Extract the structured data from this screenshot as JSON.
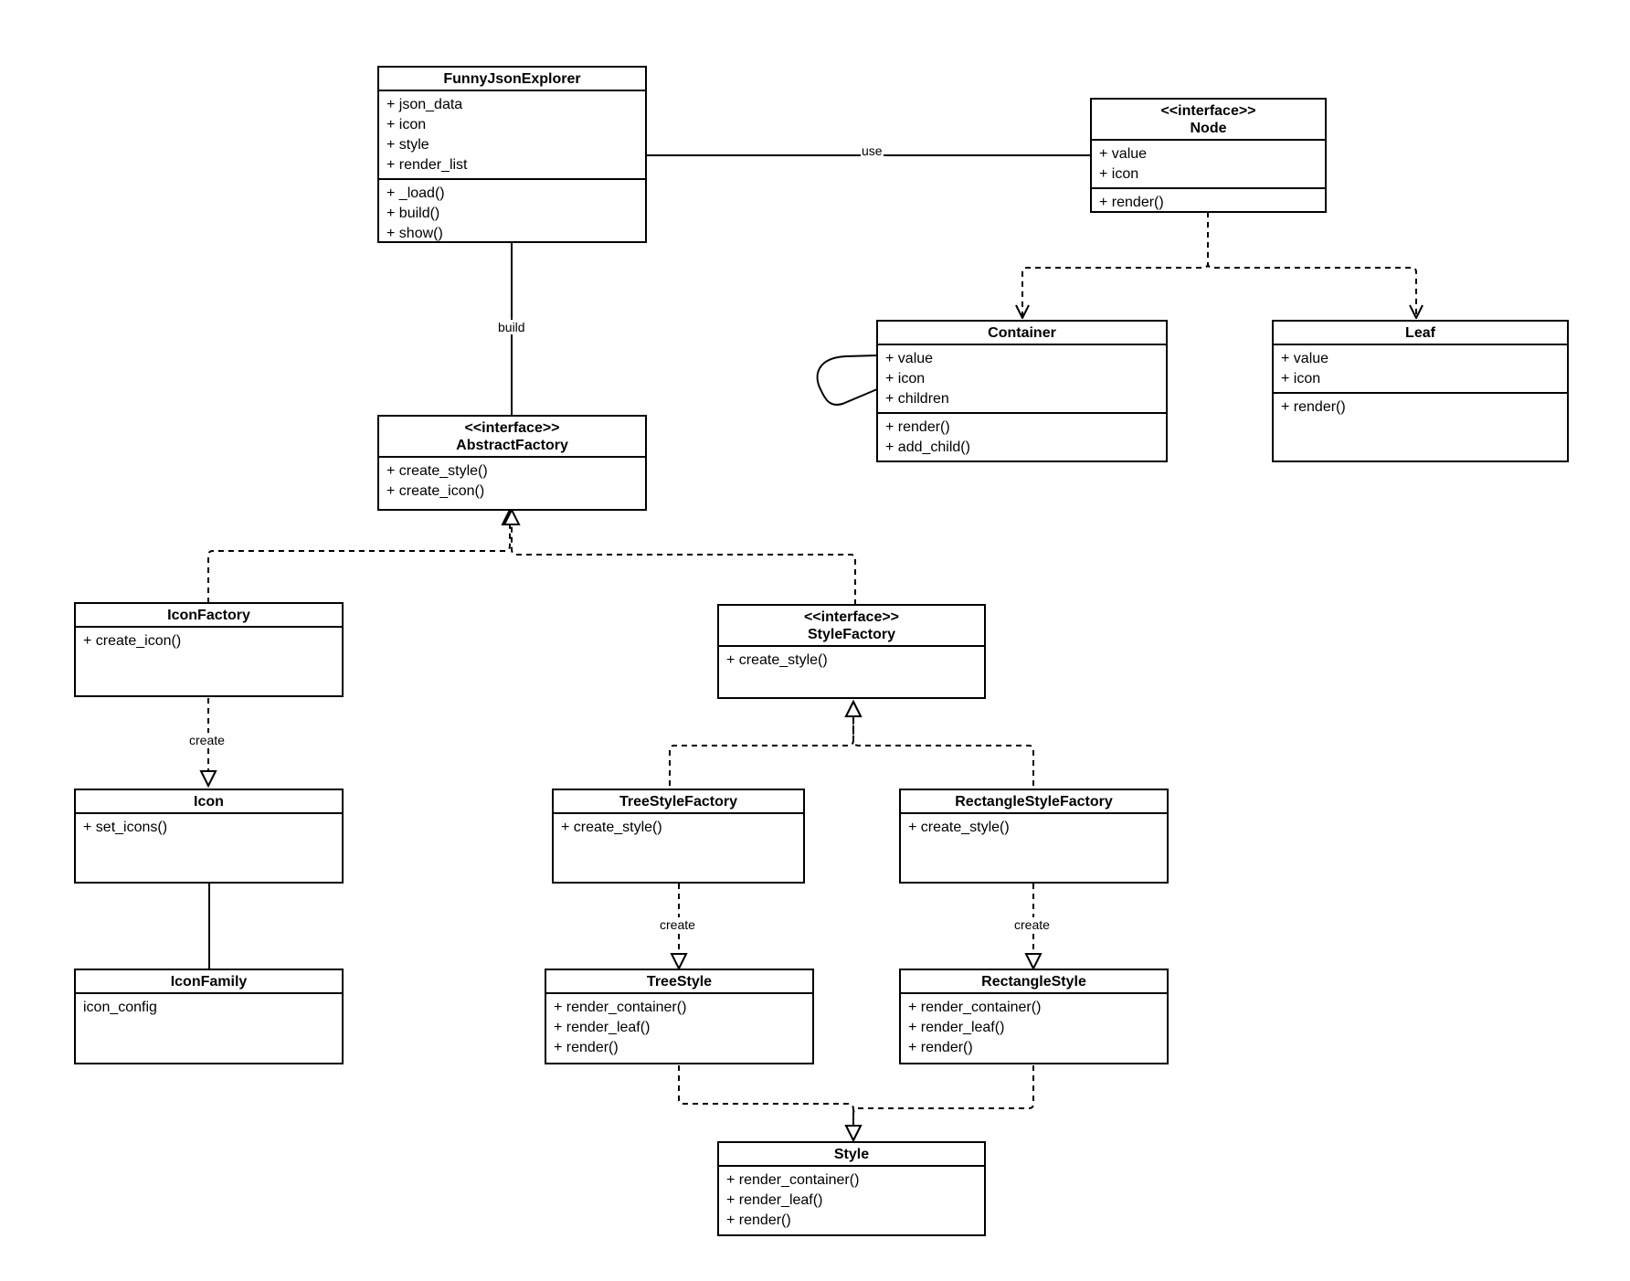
{
  "classes": {
    "funny_json_explorer": {
      "name": "FunnyJsonExplorer",
      "attributes": [
        "+ json_data",
        "+ icon",
        "+ style",
        "+ render_list"
      ],
      "methods": [
        "+ _load()",
        "+ build()",
        "+ show()"
      ]
    },
    "node": {
      "stereotype": "<<interface>>",
      "name": "Node",
      "attributes": [
        "+ value",
        "+ icon"
      ],
      "methods": [
        "+ render()"
      ]
    },
    "container": {
      "name": "Container",
      "attributes": [
        "+ value",
        "+ icon",
        "+ children"
      ],
      "methods": [
        "+ render()",
        "+ add_child()"
      ]
    },
    "leaf": {
      "name": "Leaf",
      "attributes": [
        "+ value",
        "+ icon"
      ],
      "methods": [
        "+ render()"
      ]
    },
    "abstract_factory": {
      "stereotype": "<<interface>>",
      "name": "AbstractFactory",
      "attributes": [],
      "methods": [
        "+ create_style()",
        "+ create_icon()"
      ]
    },
    "icon_factory": {
      "name": "IconFactory",
      "attributes": [],
      "methods": [
        "+ create_icon()"
      ]
    },
    "style_factory": {
      "stereotype": "<<interface>>",
      "name": "StyleFactory",
      "attributes": [],
      "methods": [
        "+ create_style()"
      ]
    },
    "icon": {
      "name": "Icon",
      "attributes": [],
      "methods": [
        "+ set_icons()"
      ]
    },
    "icon_family": {
      "name": "IconFamily",
      "attributes": [
        "icon_config"
      ],
      "methods": []
    },
    "tree_style_factory": {
      "name": "TreeStyleFactory",
      "attributes": [],
      "methods": [
        "+ create_style()"
      ]
    },
    "rectangle_style_factory": {
      "name": "RectangleStyleFactory",
      "attributes": [],
      "methods": [
        "+ create_style()"
      ]
    },
    "tree_style": {
      "name": "TreeStyle",
      "attributes": [],
      "methods": [
        "+ render_container()",
        "+ render_leaf()",
        "+ render()"
      ]
    },
    "rectangle_style": {
      "name": "RectangleStyle",
      "attributes": [],
      "methods": [
        "+ render_container()",
        "+ render_leaf()",
        "+ render()"
      ]
    },
    "style": {
      "name": "Style",
      "attributes": [],
      "methods": [
        "+ render_container()",
        "+ render_leaf()",
        "+ render()"
      ]
    }
  },
  "relations": {
    "use": "use",
    "build": "build",
    "create_icon": "create",
    "create_tree": "create",
    "create_rect": "create"
  }
}
